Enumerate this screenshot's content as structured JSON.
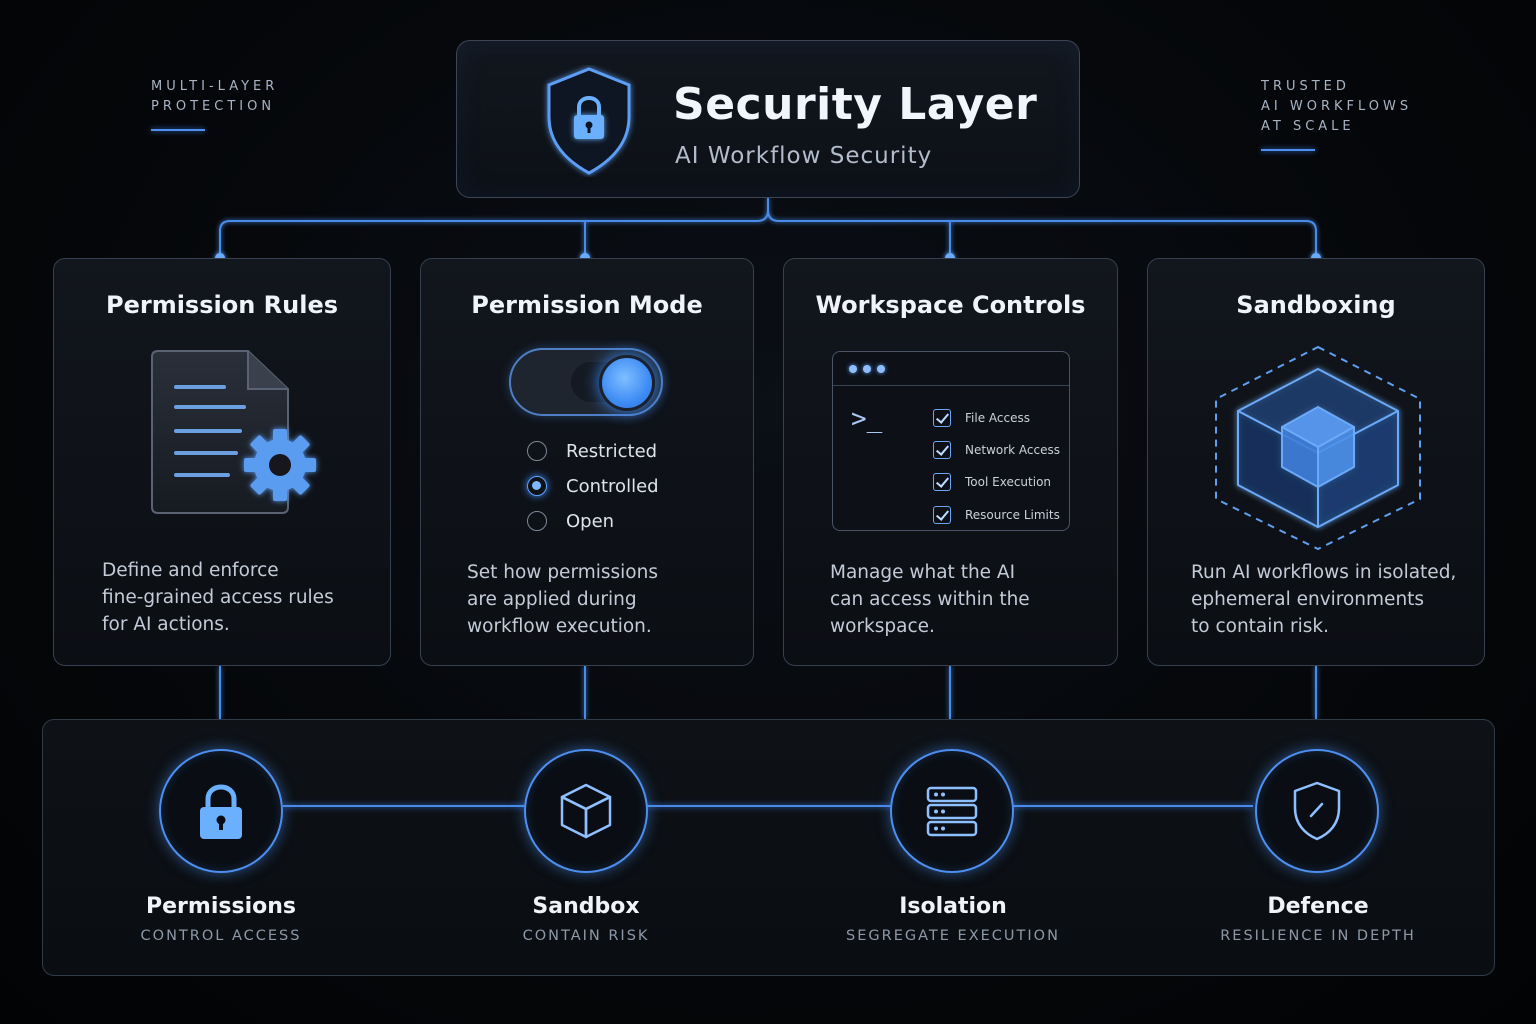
{
  "corners": {
    "left": [
      "MULTI-LAYER",
      "PROTECTION"
    ],
    "right": [
      "TRUSTED",
      "AI WORKFLOWS",
      "AT SCALE"
    ]
  },
  "header": {
    "title": "Security Layer",
    "subtitle": "AI Workflow Security",
    "icon": "shield-lock-icon"
  },
  "cards": [
    {
      "title": "Permission Rules",
      "icon": "document-gear-icon",
      "desc": [
        "Define and enforce",
        "fine-grained access rules",
        "for AI actions."
      ]
    },
    {
      "title": "Permission Mode",
      "icon": "toggle-switch-icon",
      "options": [
        "Restricted",
        "Controlled",
        "Open"
      ],
      "selected": "Controlled",
      "desc": [
        "Set how permissions",
        "are applied during",
        "workflow execution."
      ]
    },
    {
      "title": "Workspace Controls",
      "icon": "terminal-window-icon",
      "prompt": ">_",
      "checks": [
        "File Access",
        "Network Access",
        "Tool Execution",
        "Resource Limits"
      ],
      "desc": [
        "Manage what the AI",
        "can access within the",
        "workspace."
      ]
    },
    {
      "title": "Sandboxing",
      "icon": "isolated-cube-icon",
      "desc": [
        "Run AI workflows in isolated,",
        "ephemeral environments",
        "to contain risk."
      ]
    }
  ],
  "pillars": [
    {
      "title": "Permissions",
      "sub": "CONTROL ACCESS",
      "icon": "padlock-icon"
    },
    {
      "title": "Sandbox",
      "sub": "CONTAIN RISK",
      "icon": "cube-icon"
    },
    {
      "title": "Isolation",
      "sub": "SEGREGATE EXECUTION",
      "icon": "server-icon"
    },
    {
      "title": "Defence",
      "sub": "RESILIENCE IN DEPTH",
      "icon": "shield-icon"
    }
  ],
  "colors": {
    "accent": "#4d8ff0",
    "glow": "#68abff",
    "background": "#05070a",
    "panel": "#0e1217"
  }
}
